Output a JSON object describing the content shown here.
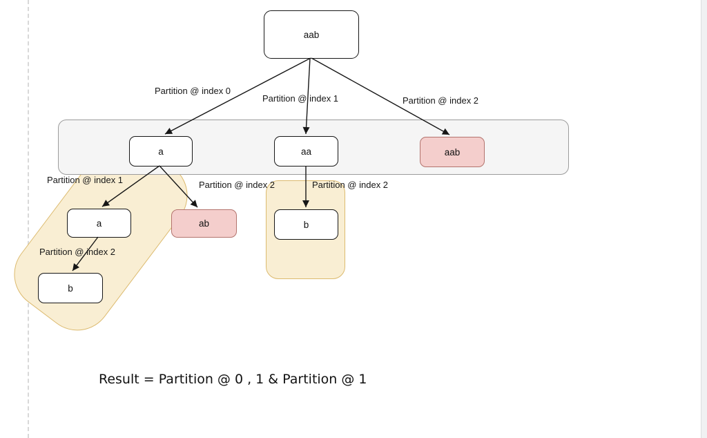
{
  "diagram": {
    "nodes": {
      "root": "aab",
      "a": "a",
      "aa": "aa",
      "aab2": "aab",
      "a2": "a",
      "ab": "ab",
      "b_mid": "b",
      "b_left": "b"
    },
    "edge_labels": {
      "e0": "Partition @ index 0",
      "e1": "Partition @ index 1",
      "e2": "Partition @ index 2",
      "e3": "Partition @ index 1",
      "e4": "Partition @ index 2",
      "e5": "Partition @ index 2",
      "e6": "Partition @ index 2"
    },
    "result_text": "Result = Partition @ 0 , 1 & Partition @ 1"
  },
  "colors": {
    "node_highlight_fill": "#f4cecc",
    "node_highlight_border": "#b3736d",
    "group_yellow_fill": "#f9eed3",
    "group_yellow_border": "#dcba6e",
    "group_gray_fill": "#f5f5f5",
    "group_gray_border": "#9b9b9b"
  }
}
